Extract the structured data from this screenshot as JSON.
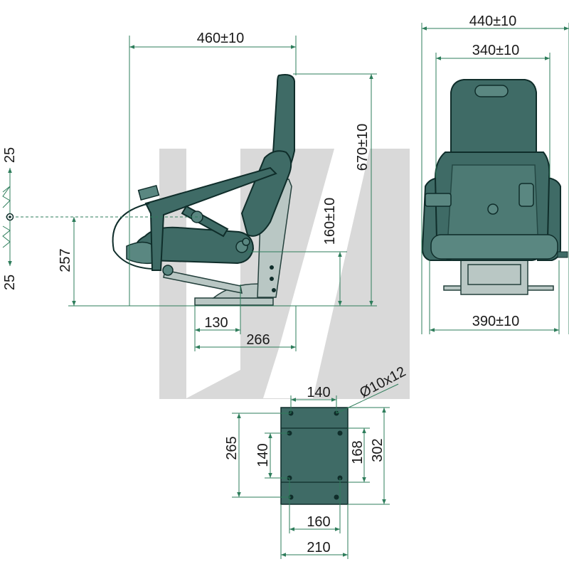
{
  "side_view": {
    "overall_width": "460±10",
    "overall_height": "670±10",
    "pivot_height": "160±10",
    "seat_height": "257",
    "base_offset": "130",
    "base_depth": "266",
    "suspension_up": "25",
    "suspension_down": "25"
  },
  "front_view": {
    "overall_width": "440±10",
    "backrest_width": "340±10",
    "base_width": "390±10"
  },
  "mounting_plate": {
    "hole_spacing_top": "140",
    "hole_spec": "Ø10x12",
    "outer_height": "265",
    "inner_height": "140",
    "slot_height": "168",
    "plate_height": "302",
    "hole_spacing_bottom": "160",
    "plate_width": "210"
  },
  "colors": {
    "dimension_line": "#2e7d5b",
    "seat": "#3f6b66",
    "watermark": "#d9d9d9"
  }
}
